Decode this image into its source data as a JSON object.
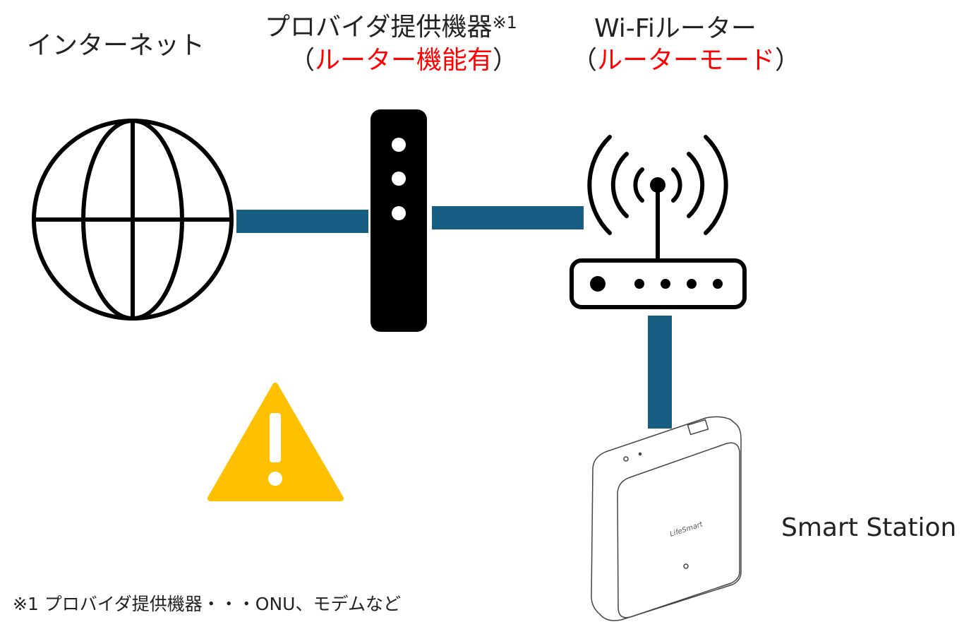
{
  "labels": {
    "internet": "インターネット",
    "provider_title": "プロバイダ提供機器",
    "provider_note_mark": "※1",
    "provider_open": "（",
    "provider_mode": "ルーター機能有",
    "provider_close": "）",
    "wifi_title": "Wi-Fiルーター",
    "wifi_open": "（",
    "wifi_mode": "ルーターモード",
    "wifi_close": "）",
    "smart_station": "Smart Station",
    "device_brand": "LifeSmart",
    "footnote": "※1 プロバイダ提供機器・・・ONU、モデムなど"
  },
  "colors": {
    "cable": "#175e82",
    "warning": "#ffc000",
    "mode_text": "#ff0000"
  }
}
